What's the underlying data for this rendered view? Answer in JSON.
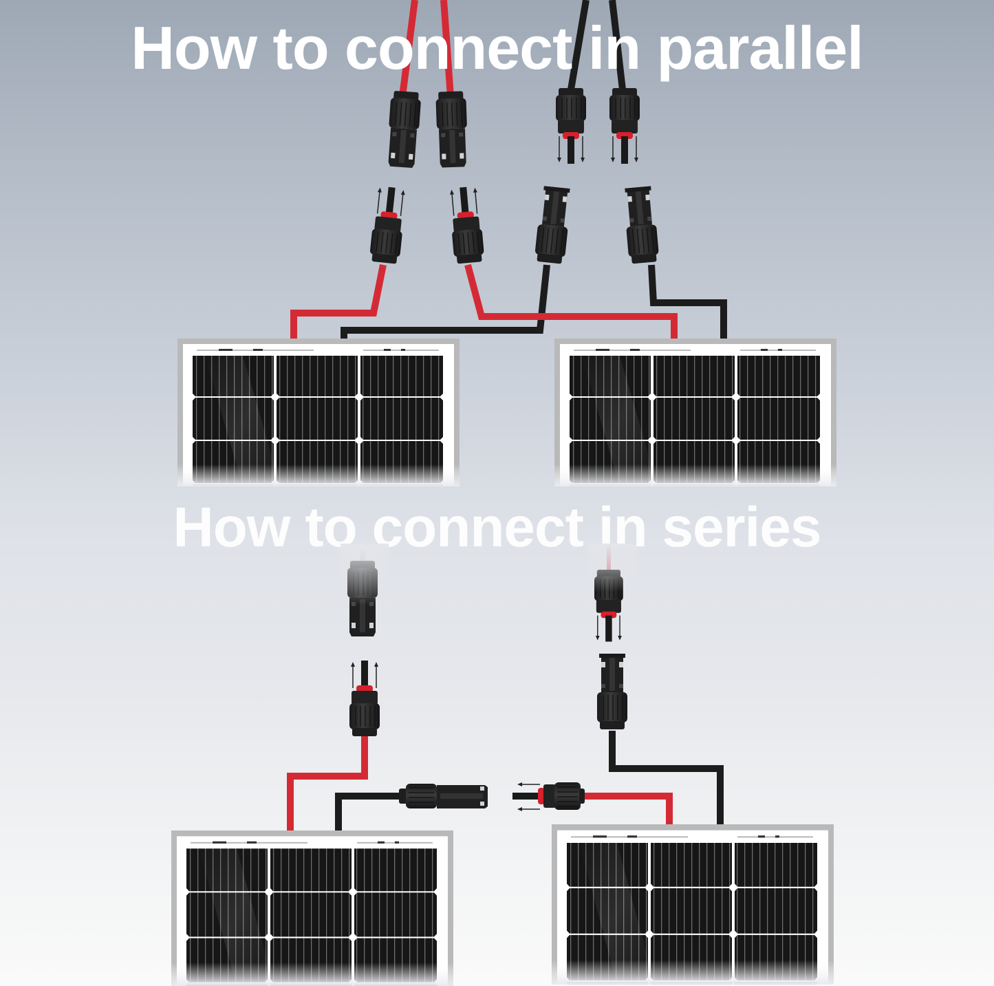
{
  "diagram": {
    "type": "solar-panel-wiring-guide",
    "sections": [
      {
        "id": "parallel",
        "title": "How to connect in parallel",
        "panels": 2,
        "connectors": [
          "MC4 female (red)",
          "MC4 female (red)",
          "MC4 male (black)",
          "MC4 male (black)",
          "MC4 male (red)",
          "MC4 male (red)",
          "MC4 female (black)",
          "MC4 female (black)"
        ],
        "wiring": "Both panel positives (red) joined to red branch leads; both panel negatives (black) joined to black branch leads"
      },
      {
        "id": "series",
        "title": "How to connect in series",
        "panels": 2,
        "connectors": [
          "MC4 female (top-left, faded)",
          "MC4 male (red lead)",
          "MC4 male (top-right, faded)",
          "MC4 female (black lead)",
          "MC4 female (center, black)",
          "MC4 male (center, red)"
        ],
        "wiring": "Panel 1 negative (black) connects to Panel 2 positive (red) in center; remaining red and black leads go up to output"
      }
    ],
    "colors": {
      "positive_cable": "#d42a35",
      "negative_cable": "#1c1c1c",
      "connector_body": "#2a2a2a",
      "seal_ring": "#d6202c",
      "panel_frame": "#b5b5b5",
      "panel_cell": "#161616",
      "title_text": "#ffffff"
    }
  }
}
